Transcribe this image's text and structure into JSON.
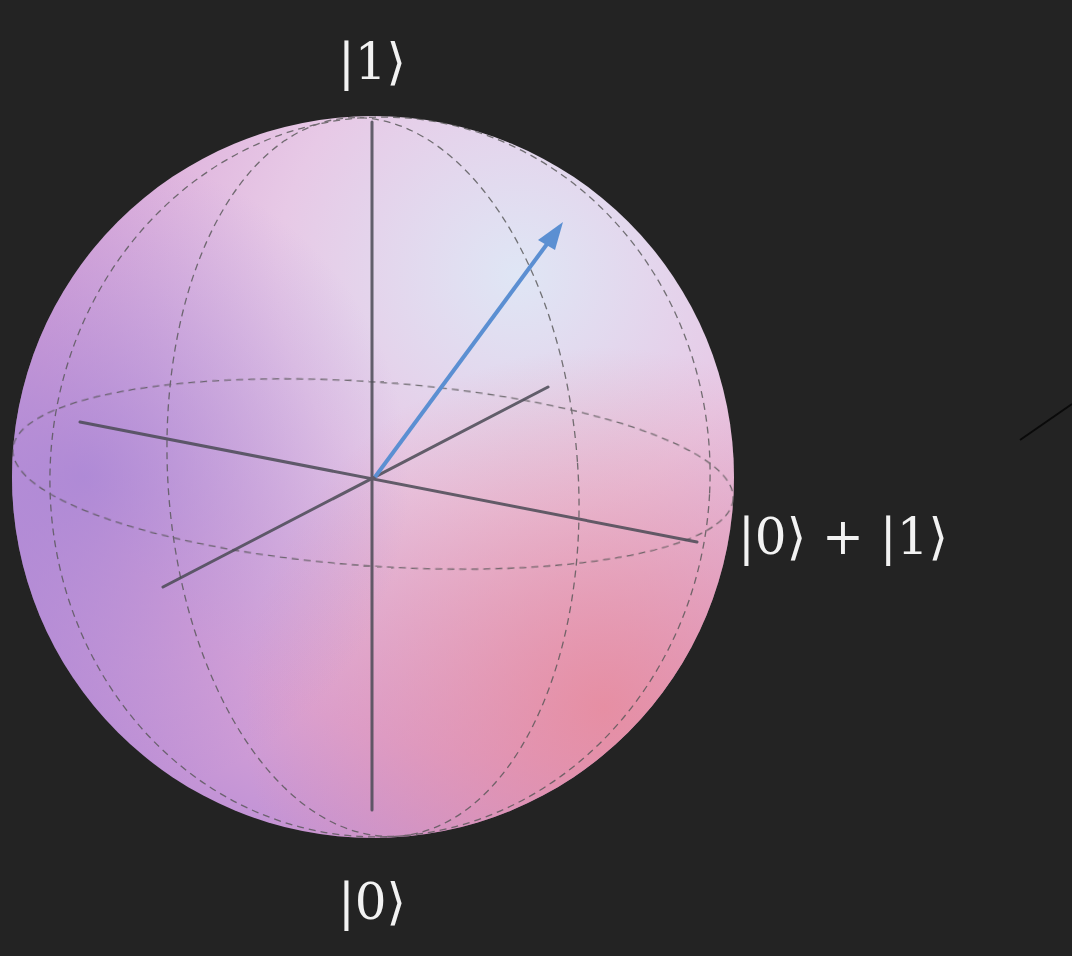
{
  "diagram": {
    "labels": [
      "|1⟩",
      "|0⟩ + |1⟩",
      "|0⟩"
    ]
  }
}
